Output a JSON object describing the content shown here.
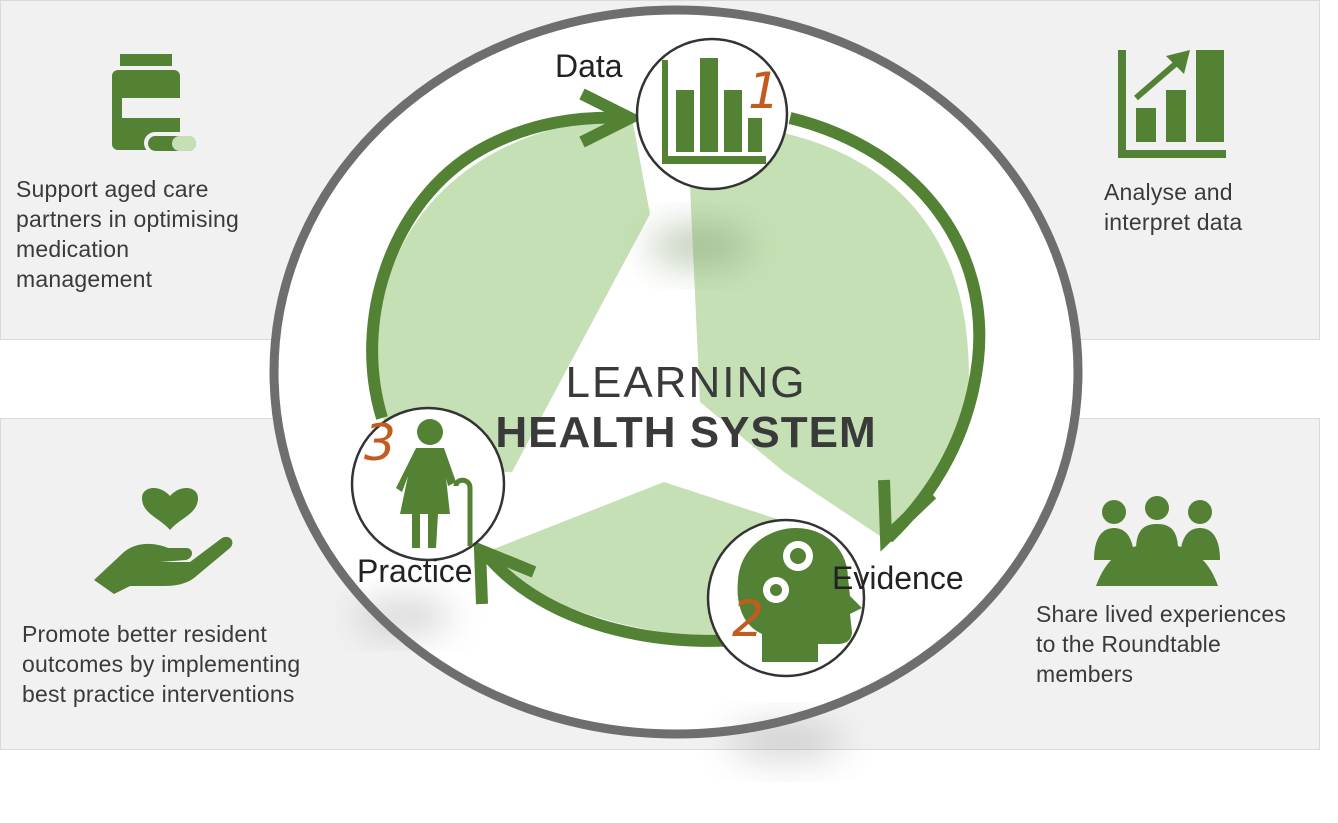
{
  "center": {
    "title_line1": "LEARNING",
    "title_line2": "HEALTH SYSTEM"
  },
  "nodes": [
    {
      "label": "Data",
      "number": "1",
      "icon": "bar-chart-icon"
    },
    {
      "label": "Evidence",
      "number": "2",
      "icon": "head-gears-icon"
    },
    {
      "label": "Practice",
      "number": "3",
      "icon": "elderly-person-cane-icon"
    }
  ],
  "panels": {
    "top_left": {
      "text": "Support aged care\npartners in optimising\nmedication\nmanagement",
      "icon": "medication-bottle-pill-icon"
    },
    "top_right": {
      "text": "Analyse and\ninterpret data",
      "icon": "growth-chart-icon"
    },
    "bottom_left": {
      "text": "Promote better resident\noutcomes by implementing\nbest practice interventions",
      "icon": "hand-heart-icon"
    },
    "bottom_right": {
      "text": "Share lived experiences\nto the Roundtable\nmembers",
      "icon": "group-meeting-icon"
    }
  },
  "colors": {
    "green": "#548235",
    "light_green": "#c5e0b4",
    "ring_gray": "#6e6e6e",
    "number_orange": "#c55a1e",
    "panel_gray": "#f1f1f1"
  }
}
